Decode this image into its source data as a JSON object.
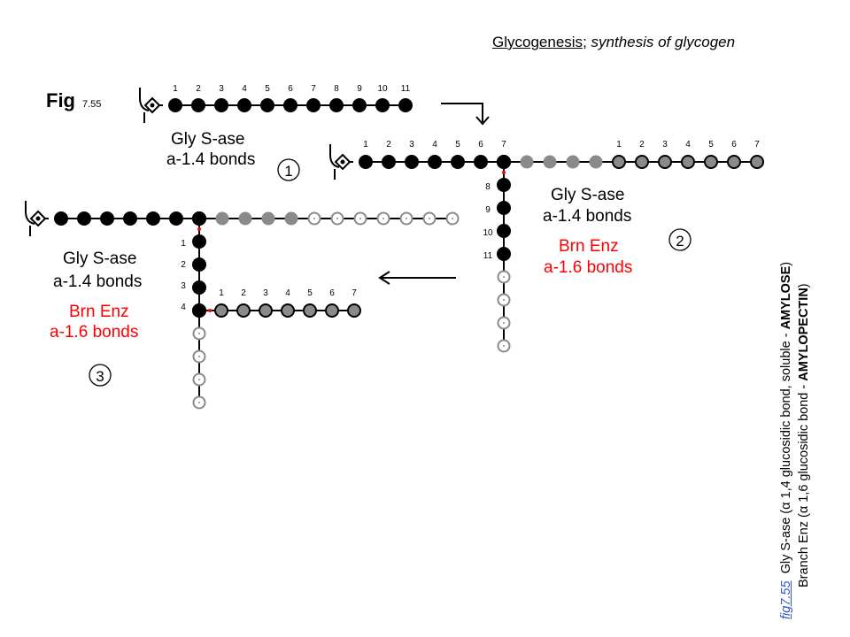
{
  "title": {
    "main": "Glycogenesis",
    "sep": "; ",
    "sub": "synthesis of glycogen"
  },
  "figure": {
    "label_main": "Fig",
    "label_num": "7.55",
    "panel1": {
      "numbers": [
        "1",
        "2",
        "3",
        "4",
        "5",
        "6",
        "7",
        "8",
        "9",
        "10",
        "11"
      ],
      "enzyme": "Gly S-ase",
      "bonds": "a-1.4 bonds",
      "step": "1"
    },
    "panel2": {
      "top_numbers": [
        "1",
        "2",
        "3",
        "4",
        "5",
        "6",
        "7"
      ],
      "branch_numbers": [
        "1",
        "2",
        "3",
        "4",
        "5",
        "6",
        "7"
      ],
      "down_numbers": [
        "8",
        "9",
        "10",
        "11"
      ],
      "enzyme": "Gly S-ase",
      "bonds": "a-1.4 bonds",
      "branch_enzyme": "Brn Enz",
      "branch_bonds": "a-1.6 bonds",
      "step": "2"
    },
    "panel3": {
      "down_numbers": [
        "1",
        "2",
        "3",
        "4"
      ],
      "branch_numbers": [
        "1",
        "2",
        "3",
        "4",
        "5",
        "6",
        "7"
      ],
      "enzyme": "Gly S-ase",
      "bonds": "a-1.4 bonds",
      "branch_enzyme": "Brn Enz",
      "branch_bonds": "a-1.6 bonds",
      "step": "3"
    }
  },
  "caption": {
    "link": "fig7.55",
    "line1_text": "Gly S-ase (α 1,4 glucosidic bond, soluble - ",
    "line1_bold": "AMYLOSE",
    "line1_end": ")",
    "line2_text": "Branch Enz (α 1,6 glucosidic bond - ",
    "line2_bold": "AMYLOPECTIN",
    "line2_end": ")"
  },
  "colors": {
    "black_bead": "#000000",
    "grey_bead": "#8a8a8a",
    "branch_red": "#ff0000"
  }
}
